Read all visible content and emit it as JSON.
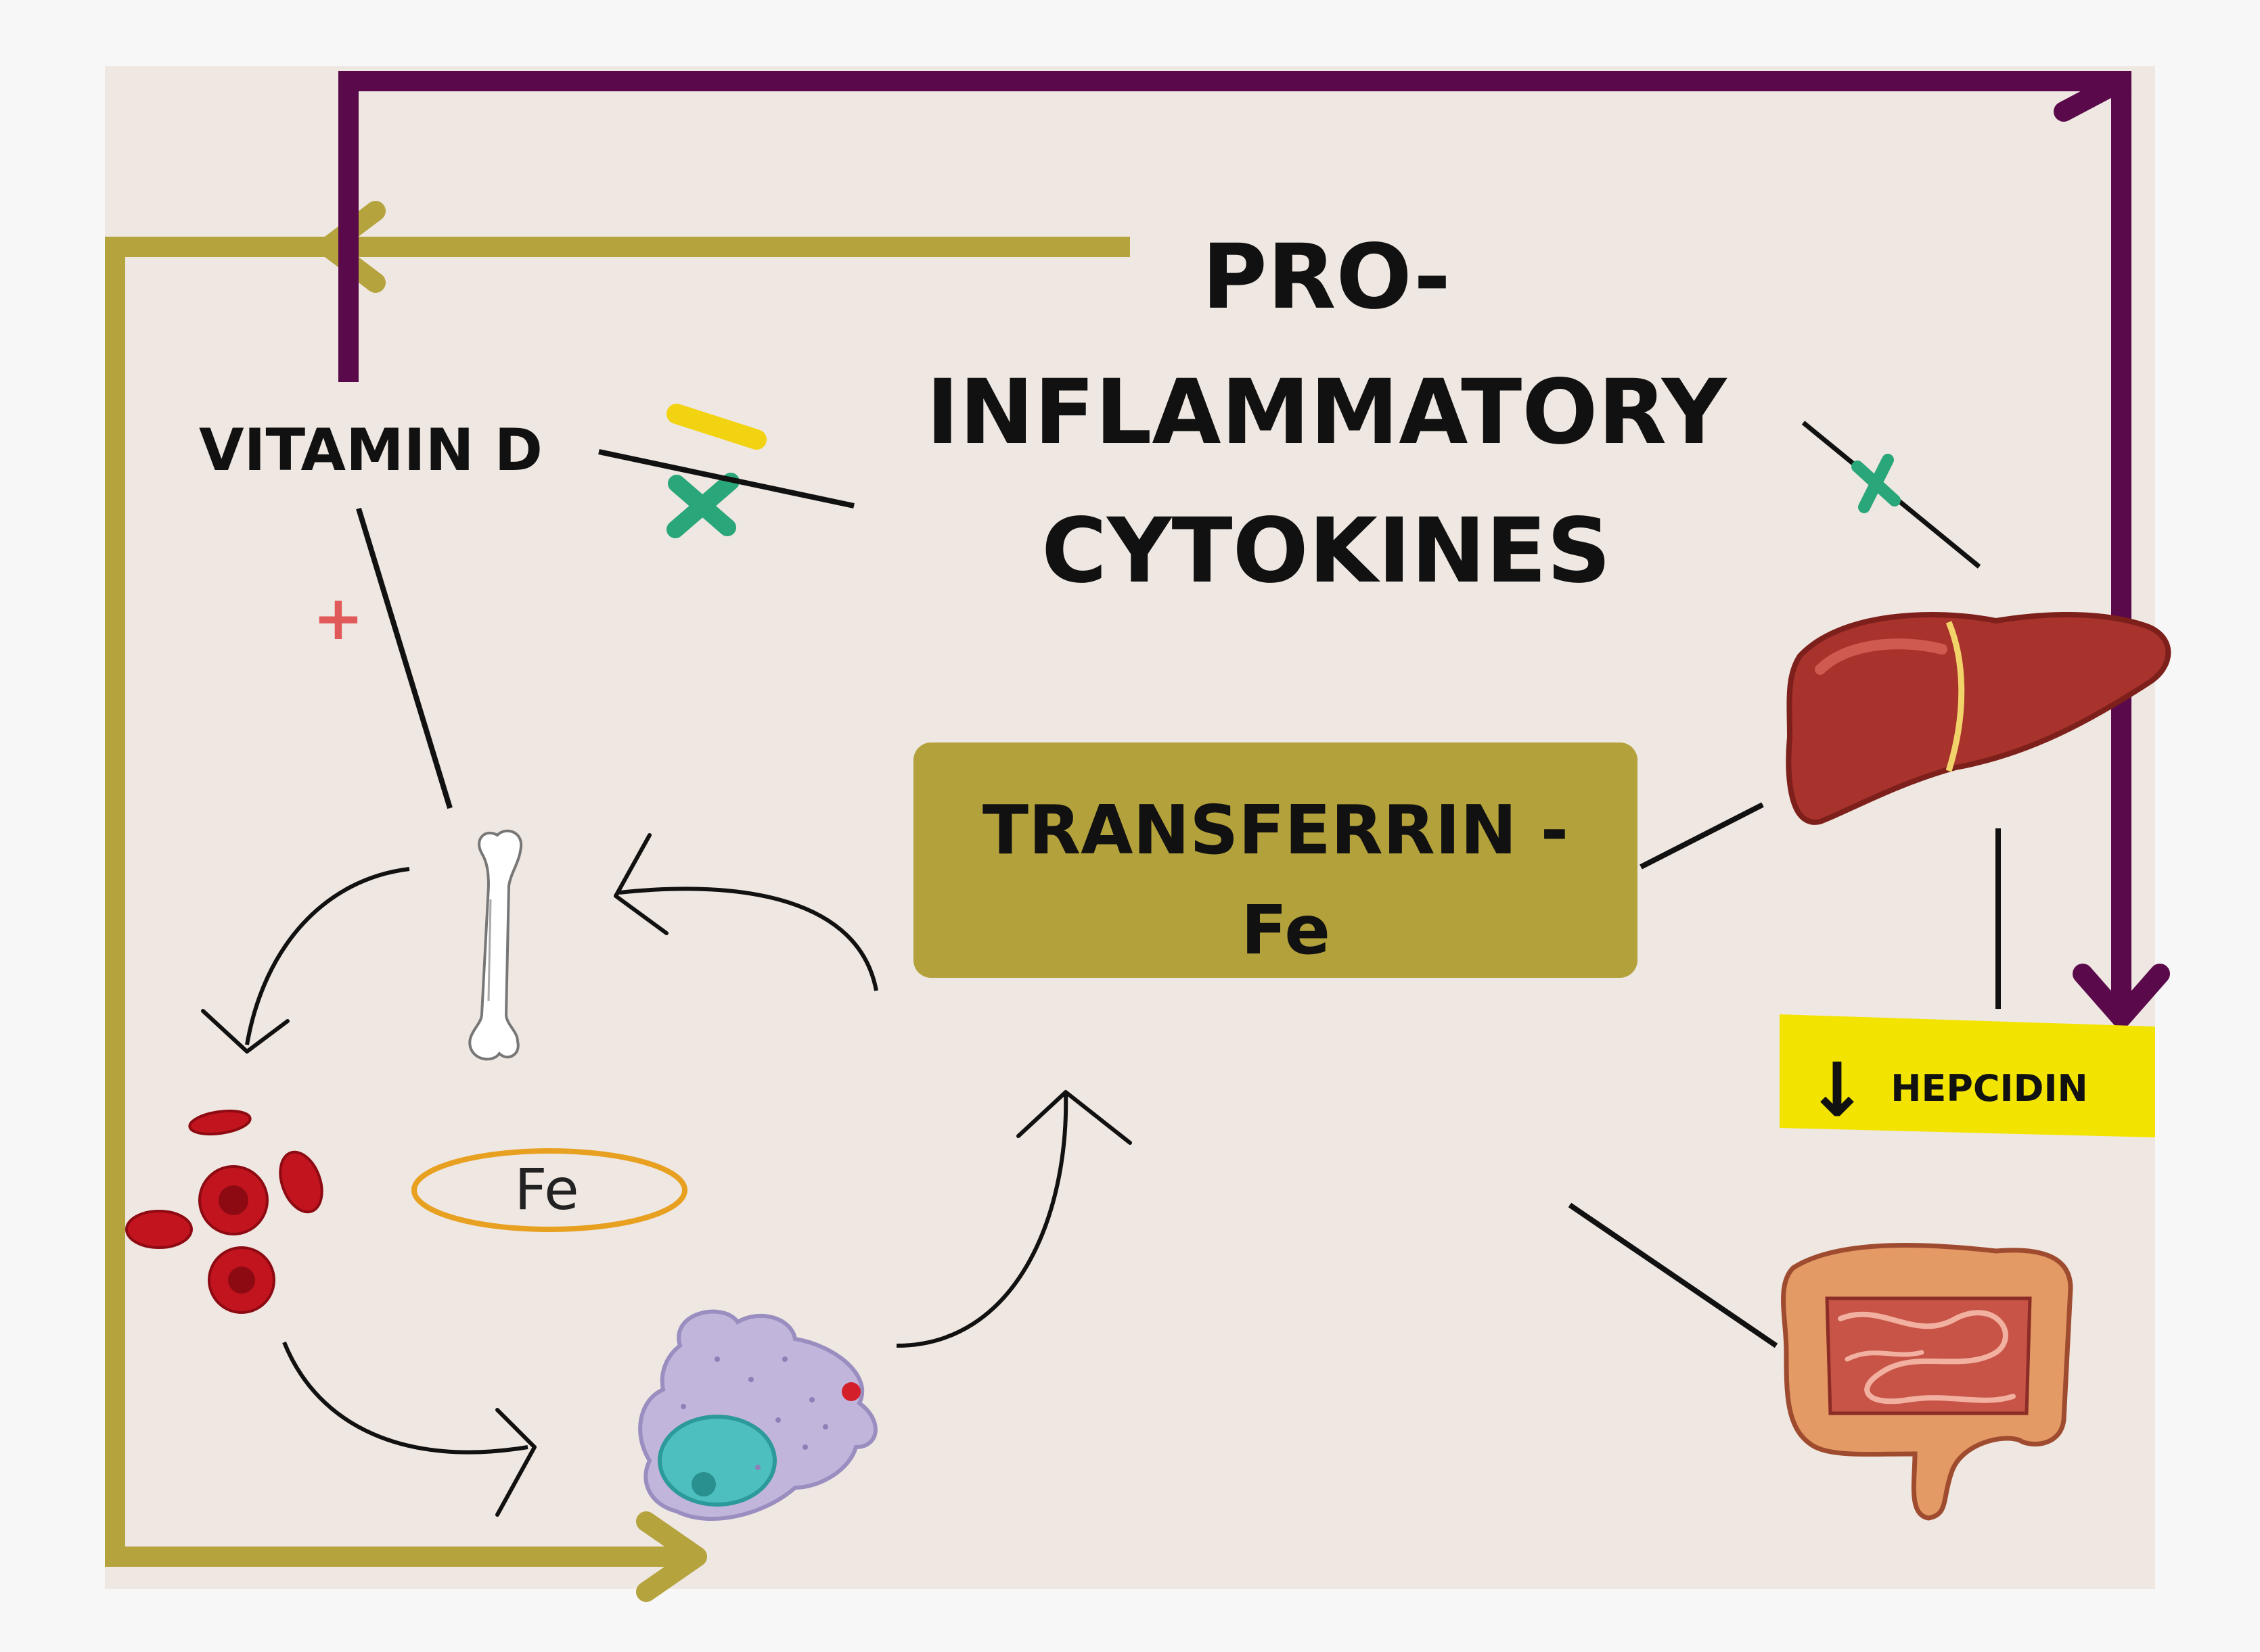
{
  "labels": {
    "cytokines_line1": "PRO-",
    "cytokines_line2": "INFLAMMATORY",
    "cytokines_line3": "CYTOKINES",
    "vitamin_d": "VITAMIN D",
    "transferrin_line1": "TRANSFERRIN -",
    "transferrin_line2": "Fe",
    "hepcidin": "HEPCIDIN",
    "iron": "Fe"
  },
  "symbols": {
    "plus": "+",
    "down_arrow": "↓"
  },
  "icons": {
    "liver": "liver-icon",
    "intestine": "intestine-icon",
    "bone": "bone-icon",
    "red_blood_cells": "red-blood-cells-icon",
    "macrophage": "macrophage-icon"
  },
  "colors": {
    "panel_background": "#efe7e1",
    "purple_feedback": "#5a0a4a",
    "olive_feedback": "#b5a33e",
    "transferrin_box": "#b3a13c",
    "hepcidin_highlight": "#f2e400",
    "inhibition_mark": "#2aa77a",
    "minus_mark": "#f2d311",
    "plus_mark": "#e05a5a",
    "iron_ring": "#e8a020"
  }
}
